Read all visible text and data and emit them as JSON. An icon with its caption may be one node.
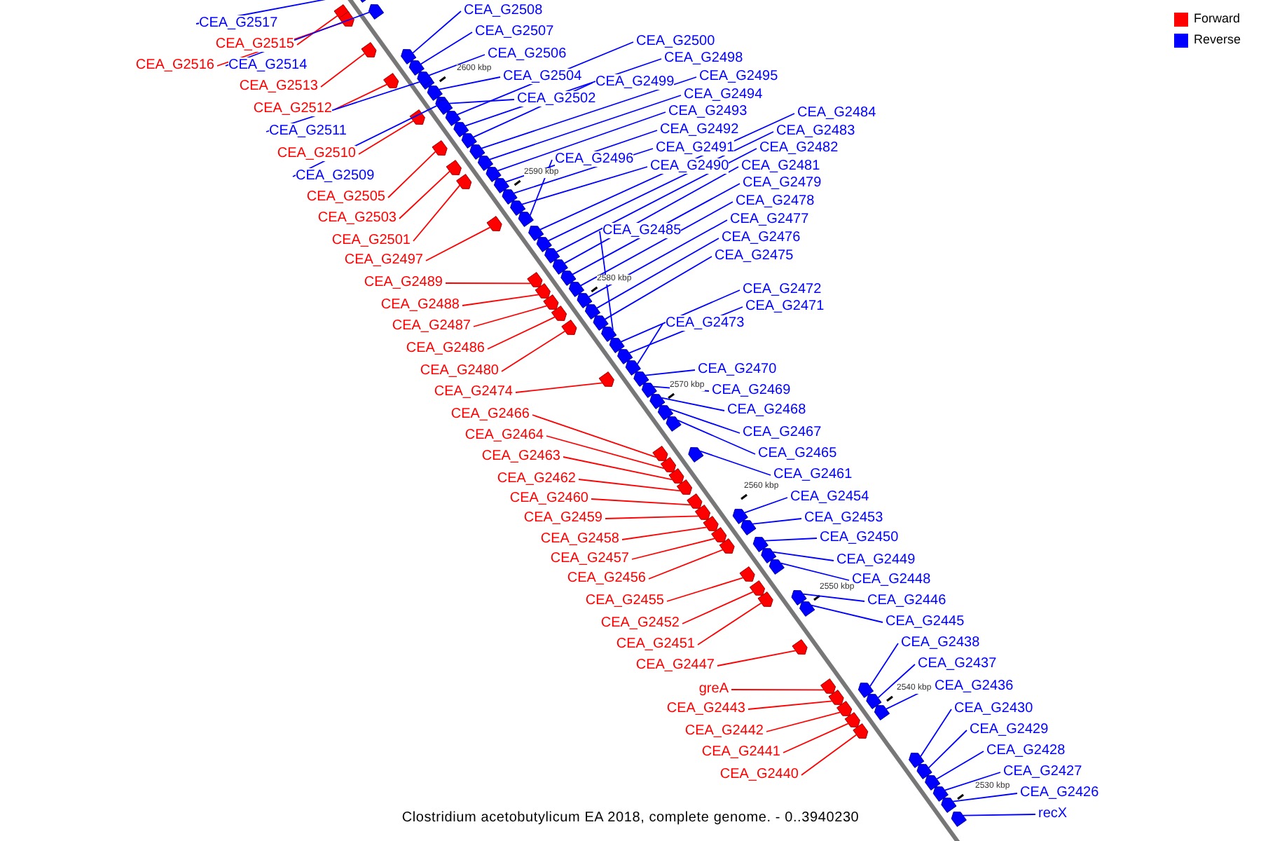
{
  "diagram": {
    "caption": "Clostridium acetobutylicum EA 2018, complete genome. - 0..3940230",
    "nodes": [
      {
        "text": [
          "CEA_G2515"
        ]
      },
      {
        "text": [
          "CEA_G2516"
        ]
      },
      {
        "text": [
          "CEA_G2513"
        ]
      },
      {
        "text": [
          "CEA_G2512"
        ]
      },
      {
        "text": [
          "CEA_G2510"
        ]
      },
      {
        "text": [
          "CEA_G2505"
        ]
      },
      {
        "text": [
          "CEA_G2503"
        ]
      },
      {
        "text": [
          "CEA_G2501"
        ]
      },
      {
        "text": [
          "CEA_G2497"
        ]
      },
      {
        "text": [
          "CEA_G2489"
        ]
      },
      {
        "text": [
          "CEA_G2488"
        ]
      },
      {
        "text": [
          "CEA_G2487"
        ]
      },
      {
        "text": [
          "CEA_G2486"
        ]
      },
      {
        "text": [
          "CEA_G2480"
        ]
      },
      {
        "text": [
          "CEA_G2474"
        ]
      },
      {
        "text": [
          "CEA_G2466"
        ]
      },
      {
        "text": [
          "CEA_G2464"
        ]
      },
      {
        "text": [
          "CEA_G2463"
        ]
      },
      {
        "text": [
          "CEA_G2462"
        ]
      },
      {
        "text": [
          "CEA_G2460"
        ]
      },
      {
        "text": [
          "CEA_G2459"
        ]
      },
      {
        "text": [
          "CEA_G2458"
        ]
      },
      {
        "text": [
          "CEA_G2457"
        ]
      },
      {
        "text": [
          "CEA_G2456"
        ]
      },
      {
        "text": [
          "CEA_G2455"
        ]
      },
      {
        "text": [
          "CEA_G2452"
        ]
      },
      {
        "text": [
          "CEA_G2451"
        ]
      },
      {
        "text": [
          "CEA_G2447"
        ]
      },
      {
        "text": [
          "greA"
        ]
      },
      {
        "text": [
          "CEA_G2443"
        ]
      },
      {
        "text": [
          "CEA_G2442"
        ]
      },
      {
        "text": [
          "CEA_G2441"
        ]
      },
      {
        "text": [
          "CEA_G2440"
        ]
      },
      {
        "text": [
          "CEA_G2517"
        ]
      },
      {
        "text": [
          "CEA_G2514"
        ]
      },
      {
        "text": [
          "CEA_G2511"
        ]
      },
      {
        "text": [
          "CEA_G2509"
        ]
      },
      {
        "text": [
          "CEA_G2508"
        ]
      },
      {
        "text": [
          "CEA_G2507"
        ]
      },
      {
        "text": [
          "CEA_G2506"
        ]
      },
      {
        "text": [
          "CEA_G2504"
        ]
      },
      {
        "text": [
          "CEA_G2502"
        ]
      },
      {
        "text": [
          "CEA_G2500"
        ]
      },
      {
        "text": [
          "CEA_G2498"
        ]
      },
      {
        "text": [
          "CEA_G2499"
        ]
      },
      {
        "text": [
          "CEA_G2495"
        ]
      },
      {
        "text": [
          "CEA_G2494"
        ]
      },
      {
        "text": [
          "CEA_G2493"
        ]
      },
      {
        "text": [
          "CEA_G2492"
        ]
      },
      {
        "text": [
          "CEA_G2491"
        ]
      },
      {
        "text": [
          "CEA_G2490"
        ]
      },
      {
        "text": [
          "CEA_G2496"
        ]
      },
      {
        "text": [
          "CEA_G2484"
        ]
      },
      {
        "text": [
          "CEA_G2483"
        ]
      },
      {
        "text": [
          "CEA_G2482"
        ]
      },
      {
        "text": [
          "CEA_G2481"
        ]
      },
      {
        "text": [
          "CEA_G2479"
        ]
      },
      {
        "text": [
          "CEA_G2478"
        ]
      },
      {
        "text": [
          "CEA_G2477"
        ]
      },
      {
        "text": [
          "CEA_G2476"
        ]
      },
      {
        "text": [
          "CEA_G2475"
        ]
      },
      {
        "text": [
          "CEA_G2485"
        ]
      },
      {
        "text": [
          "CEA_G2472"
        ]
      },
      {
        "text": [
          "CEA_G2471"
        ]
      },
      {
        "text": [
          "CEA_G2473"
        ]
      },
      {
        "text": [
          "CEA_G2470"
        ]
      },
      {
        "text": [
          "CEA_G2469"
        ]
      },
      {
        "text": [
          "CEA_G2468"
        ]
      },
      {
        "text": [
          "CEA_G2467"
        ]
      },
      {
        "text": [
          "CEA_G2465"
        ]
      },
      {
        "text": [
          "CEA_G2461"
        ]
      },
      {
        "text": [
          "CEA_G2454"
        ]
      },
      {
        "text": [
          "CEA_G2453"
        ]
      },
      {
        "text": [
          "CEA_G2450"
        ]
      },
      {
        "text": [
          "CEA_G2449"
        ]
      },
      {
        "text": [
          "CEA_G2448"
        ]
      },
      {
        "text": [
          "CEA_G2446"
        ]
      },
      {
        "text": [
          "CEA_G2445"
        ]
      },
      {
        "text": [
          "CEA_G2438"
        ]
      },
      {
        "text": [
          "CEA_G2437"
        ]
      },
      {
        "text": [
          "CEA_G2436"
        ]
      },
      {
        "text": [
          "CEA_G2430"
        ]
      },
      {
        "text": [
          "CEA_G2429"
        ]
      },
      {
        "text": [
          "CEA_G2428"
        ]
      },
      {
        "text": [
          "CEA_G2427"
        ]
      },
      {
        "text": [
          "CEA_G2426"
        ]
      },
      {
        "text": [
          "recX"
        ]
      },
      {
        "text": [],
        "shape": "pentagon"
      },
      {
        "text": [],
        "shape": "pentagon"
      },
      {
        "text": [],
        "shape": "pentagon"
      },
      {
        "text": [],
        "shape": "pentagon"
      },
      {
        "text": [],
        "shape": "pentagon"
      },
      {
        "text": [],
        "shape": "pentagon"
      },
      {
        "text": [],
        "shape": "pentagon"
      },
      {
        "text": [],
        "shape": "pentagon"
      },
      {
        "text": [],
        "shape": "pentagon"
      },
      {
        "text": [],
        "shape": "pentagon"
      },
      {
        "text": [],
        "shape": "pentagon"
      },
      {
        "text": [],
        "shape": "pentagon"
      },
      {
        "text": [],
        "shape": "pentagon"
      },
      {
        "text": [],
        "shape": "pentagon"
      },
      {
        "text": [],
        "shape": "pentagon"
      },
      {
        "text": [],
        "shape": "pentagon"
      },
      {
        "text": [],
        "shape": "pentagon"
      },
      {
        "text": [],
        "shape": "pentagon"
      },
      {
        "text": [],
        "shape": "pentagon"
      },
      {
        "text": [],
        "shape": "pentagon"
      },
      {
        "text": [],
        "shape": "pentagon"
      },
      {
        "text": [],
        "shape": "pentagon"
      },
      {
        "text": [],
        "shape": "pentagon"
      },
      {
        "text": [],
        "shape": "pentagon"
      },
      {
        "text": [],
        "shape": "pentagon"
      },
      {
        "text": [],
        "shape": "pentagon"
      },
      {
        "text": [],
        "shape": "pentagon"
      },
      {
        "text": [],
        "shape": "pentagon"
      },
      {
        "text": [],
        "shape": "pentagon"
      },
      {
        "text": [],
        "shape": "pentagon"
      },
      {
        "text": [],
        "shape": "pentagon"
      },
      {
        "text": [],
        "shape": "pentagon"
      },
      {
        "text": [],
        "shape": "pentagon"
      },
      {
        "text": [],
        "shape": "pentagon"
      },
      {
        "text": [],
        "shape": "pentagon"
      },
      {
        "text": [],
        "shape": "pentagon"
      },
      {
        "text": [],
        "shape": "pentagon"
      },
      {
        "text": [],
        "shape": "pentagon"
      },
      {
        "text": [],
        "shape": "pentagon"
      },
      {
        "text": [],
        "shape": "pentagon"
      },
      {
        "text": [],
        "shape": "pentagon"
      },
      {
        "text": [],
        "shape": "pentagon"
      },
      {
        "text": [],
        "shape": "pentagon"
      },
      {
        "text": [],
        "shape": "pentagon"
      },
      {
        "text": [],
        "shape": "pentagon"
      },
      {
        "text": [],
        "shape": "pentagon"
      },
      {
        "text": [],
        "shape": "pentagon"
      },
      {
        "text": [],
        "shape": "pentagon"
      },
      {
        "text": [],
        "shape": "pentagon"
      },
      {
        "text": [],
        "shape": "pentagon"
      },
      {
        "text": [],
        "shape": "pentagon"
      },
      {
        "text": [],
        "shape": "pentagon"
      },
      {
        "text": [],
        "shape": "pentagon"
      },
      {
        "text": [],
        "shape": "pentagon"
      },
      {
        "text": [],
        "shape": "pentagon"
      },
      {
        "text": [],
        "shape": "pentagon"
      },
      {
        "text": [],
        "shape": "pentagon"
      },
      {
        "text": [],
        "shape": "pentagon"
      },
      {
        "text": [],
        "shape": "pentagon"
      },
      {
        "text": [],
        "shape": "pentagon"
      },
      {
        "text": [],
        "shape": "pentagon"
      },
      {
        "text": [],
        "shape": "pentagon"
      },
      {
        "text": [],
        "shape": "pentagon"
      },
      {
        "text": [],
        "shape": "pentagon"
      },
      {
        "text": [],
        "shape": "pentagon"
      },
      {
        "text": [],
        "shape": "pentagon"
      },
      {
        "text": [],
        "shape": "pentagon"
      },
      {
        "text": [],
        "shape": "pentagon"
      },
      {
        "text": [],
        "shape": "pentagon"
      },
      {
        "text": [],
        "shape": "pentagon"
      },
      {
        "text": [],
        "shape": "pentagon"
      },
      {
        "text": [],
        "shape": "pentagon"
      },
      {
        "text": [],
        "shape": "pentagon"
      },
      {
        "text": [],
        "shape": "pentagon"
      },
      {
        "text": [],
        "shape": "pentagon"
      },
      {
        "text": [],
        "shape": "pentagon"
      },
      {
        "text": [],
        "shape": "pentagon"
      },
      {
        "text": [],
        "shape": "pentagon"
      },
      {
        "text": [],
        "shape": "pentagon"
      },
      {
        "text": [],
        "shape": "pentagon"
      },
      {
        "text": [],
        "shape": "pentagon"
      },
      {
        "text": [],
        "shape": "pentagon"
      },
      {
        "text": [],
        "shape": "pentagon"
      },
      {
        "text": [],
        "shape": "pentagon"
      },
      {
        "text": [],
        "shape": "pentagon"
      },
      {
        "text": [],
        "shape": "pentagon"
      },
      {
        "text": [],
        "shape": "pentagon"
      }
    ],
    "edges": [
      {
        "from": 0,
        "to": 87,
        "arrow": "none",
        "color": "#ff0000"
      },
      {
        "from": 1,
        "to": 88,
        "arrow": "none",
        "color": "#ff0000"
      },
      {
        "from": 2,
        "to": 89,
        "arrow": "none",
        "color": "#ff0000"
      },
      {
        "from": 3,
        "to": 90,
        "arrow": "none",
        "color": "#ff0000"
      },
      {
        "from": 4,
        "to": 91,
        "arrow": "none",
        "color": "#ff0000"
      },
      {
        "from": 5,
        "to": 92,
        "arrow": "none",
        "color": "#ff0000"
      },
      {
        "from": 6,
        "to": 93,
        "arrow": "none",
        "color": "#ff0000"
      },
      {
        "from": 7,
        "to": 94,
        "arrow": "none",
        "color": "#ff0000"
      },
      {
        "from": 8,
        "to": 95,
        "arrow": "none",
        "color": "#ff0000"
      },
      {
        "from": 9,
        "to": 96,
        "arrow": "none",
        "color": "#ff0000"
      },
      {
        "from": 10,
        "to": 97,
        "arrow": "none",
        "color": "#ff0000"
      },
      {
        "from": 11,
        "to": 98,
        "arrow": "none",
        "color": "#ff0000"
      },
      {
        "from": 12,
        "to": 99,
        "arrow": "none",
        "color": "#ff0000"
      },
      {
        "from": 13,
        "to": 100,
        "arrow": "none",
        "color": "#ff0000"
      },
      {
        "from": 14,
        "to": 101,
        "arrow": "none",
        "color": "#ff0000"
      },
      {
        "from": 15,
        "to": 102,
        "arrow": "none",
        "color": "#ff0000"
      },
      {
        "from": 16,
        "to": 103,
        "arrow": "none",
        "color": "#ff0000"
      },
      {
        "from": 17,
        "to": 104,
        "arrow": "none",
        "color": "#ff0000"
      },
      {
        "from": 18,
        "to": 105,
        "arrow": "none",
        "color": "#ff0000"
      },
      {
        "from": 19,
        "to": 106,
        "arrow": "none",
        "color": "#ff0000"
      },
      {
        "from": 20,
        "to": 107,
        "arrow": "none",
        "color": "#ff0000"
      },
      {
        "from": 21,
        "to": 108,
        "arrow": "none",
        "color": "#ff0000"
      },
      {
        "from": 22,
        "to": 109,
        "arrow": "none",
        "color": "#ff0000"
      },
      {
        "from": 23,
        "to": 110,
        "arrow": "none",
        "color": "#ff0000"
      },
      {
        "from": 24,
        "to": 111,
        "arrow": "none",
        "color": "#ff0000"
      },
      {
        "from": 25,
        "to": 112,
        "arrow": "none",
        "color": "#ff0000"
      },
      {
        "from": 26,
        "to": 113,
        "arrow": "none",
        "color": "#ff0000"
      },
      {
        "from": 27,
        "to": 114,
        "arrow": "none",
        "color": "#ff0000"
      },
      {
        "from": 28,
        "to": 115,
        "arrow": "none",
        "color": "#ff0000"
      },
      {
        "from": 29,
        "to": 116,
        "arrow": "none",
        "color": "#ff0000"
      },
      {
        "from": 30,
        "to": 117,
        "arrow": "none",
        "color": "#ff0000"
      },
      {
        "from": 31,
        "to": 118,
        "arrow": "none",
        "color": "#ff0000"
      },
      {
        "from": 32,
        "to": 119,
        "arrow": "none",
        "color": "#ff0000"
      },
      {
        "from": 33,
        "to": 120,
        "arrow": "none"
      },
      {
        "from": 34,
        "to": 121,
        "arrow": "none"
      },
      {
        "from": 35,
        "to": 122,
        "arrow": "none"
      },
      {
        "from": 36,
        "to": 123,
        "arrow": "none"
      },
      {
        "from": 37,
        "to": 124,
        "arrow": "none"
      },
      {
        "from": 38,
        "to": 125,
        "arrow": "none"
      },
      {
        "from": 39,
        "to": 126,
        "arrow": "none"
      },
      {
        "from": 40,
        "to": 127,
        "arrow": "none"
      },
      {
        "from": 41,
        "to": 128,
        "arrow": "none"
      },
      {
        "from": 42,
        "to": 129,
        "arrow": "none"
      },
      {
        "from": 43,
        "to": 130,
        "arrow": "none"
      },
      {
        "from": 44,
        "to": 131,
        "arrow": "none"
      },
      {
        "from": 45,
        "to": 132,
        "arrow": "none"
      },
      {
        "from": 46,
        "to": 133,
        "arrow": "none"
      },
      {
        "from": 47,
        "to": 134,
        "arrow": "none"
      },
      {
        "from": 48,
        "to": 135,
        "arrow": "none"
      },
      {
        "from": 49,
        "to": 136,
        "arrow": "none"
      },
      {
        "from": 50,
        "to": 137,
        "arrow": "none"
      },
      {
        "from": 51,
        "to": 138,
        "arrow": "none"
      },
      {
        "from": 52,
        "to": 139,
        "arrow": "none"
      },
      {
        "from": 53,
        "to": 140,
        "arrow": "none"
      },
      {
        "from": 54,
        "to": 141,
        "arrow": "none"
      },
      {
        "from": 55,
        "to": 142,
        "arrow": "none"
      },
      {
        "from": 56,
        "to": 143,
        "arrow": "none"
      },
      {
        "from": 57,
        "to": 144,
        "arrow": "none"
      },
      {
        "from": 58,
        "to": 145,
        "arrow": "none"
      },
      {
        "from": 59,
        "to": 146,
        "arrow": "none"
      },
      {
        "from": 60,
        "to": 147,
        "arrow": "none"
      },
      {
        "from": 61,
        "to": 148,
        "arrow": "none"
      },
      {
        "from": 62,
        "to": 149,
        "arrow": "none"
      },
      {
        "from": 63,
        "to": 150,
        "arrow": "none"
      },
      {
        "from": 64,
        "to": 151,
        "arrow": "none"
      },
      {
        "from": 65,
        "to": 152,
        "arrow": "none"
      },
      {
        "from": 66,
        "to": 153,
        "arrow": "none"
      },
      {
        "from": 67,
        "to": 154,
        "arrow": "none"
      },
      {
        "from": 68,
        "to": 155,
        "arrow": "none"
      },
      {
        "from": 69,
        "to": 156,
        "arrow": "none"
      },
      {
        "from": 70,
        "to": 157,
        "arrow": "none"
      },
      {
        "from": 71,
        "to": 158,
        "arrow": "none"
      },
      {
        "from": 72,
        "to": 159,
        "arrow": "none"
      },
      {
        "from": 73,
        "to": 160,
        "arrow": "none"
      },
      {
        "from": 74,
        "to": 161,
        "arrow": "none"
      },
      {
        "from": 75,
        "to": 162,
        "arrow": "none"
      },
      {
        "from": 76,
        "to": 163,
        "arrow": "none"
      },
      {
        "from": 77,
        "to": 164,
        "arrow": "none"
      },
      {
        "from": 78,
        "to": 165,
        "arrow": "none"
      },
      {
        "from": 79,
        "to": 166,
        "arrow": "none"
      },
      {
        "from": 80,
        "to": 167,
        "arrow": "none"
      },
      {
        "from": 81,
        "to": 168,
        "arrow": "none"
      },
      {
        "from": 82,
        "to": 169,
        "arrow": "none"
      },
      {
        "from": 83,
        "to": 170,
        "arrow": "none"
      },
      {
        "from": 84,
        "to": 171,
        "arrow": "none"
      },
      {
        "from": 85,
        "to": 172,
        "arrow": "none"
      },
      {
        "from": 86,
        "to": 173,
        "arrow": "none"
      }
    ],
    "labels": [
      "2600 kbp",
      "2590 kbp",
      "2580 kbp",
      "2570 kbp",
      "2560 kbp",
      "2550 kbp",
      "2540 kbp",
      "2530 kbp"
    ],
    "legend": [
      {
        "text": "Forward",
        "color": "#ff0000"
      },
      {
        "text": "Reverse",
        "color": "#0000ff"
      }
    ]
  }
}
